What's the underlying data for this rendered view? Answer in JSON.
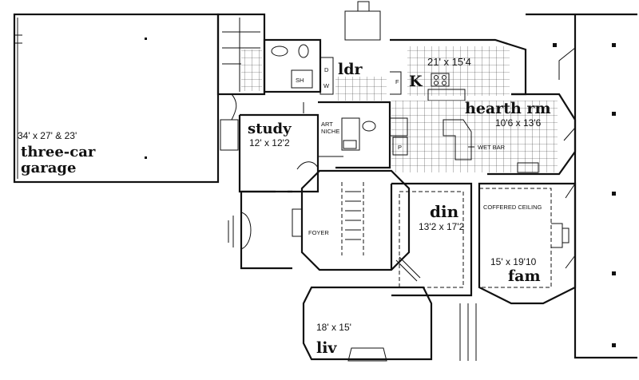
{
  "rooms": {
    "garage": {
      "dims": "34' x 27' & 23'",
      "name_line1": "three-car",
      "name_line2": "garage"
    },
    "study": {
      "name": "study",
      "dims": "12' x 12'2"
    },
    "ldr": {
      "name": "ldr"
    },
    "kitchen": {
      "name": "K",
      "dims": "21' x 15'4"
    },
    "hearth": {
      "name": "hearth rm",
      "dims": "10'6 x 13'6"
    },
    "dining": {
      "name": "din",
      "dims": "13'2 x 17'2"
    },
    "family": {
      "dims": "15' x 19'10",
      "name": "fam"
    },
    "living": {
      "dims": "18' x 15'",
      "name": "liv"
    }
  },
  "notes": {
    "art": "ART",
    "niche": "NICHE",
    "foyer": "FOYER",
    "coffered": "COFFERED CEILING",
    "wetbar": "WET BAR",
    "sh": "SH",
    "d": "D",
    "w": "W",
    "f": "F",
    "p": "P"
  }
}
